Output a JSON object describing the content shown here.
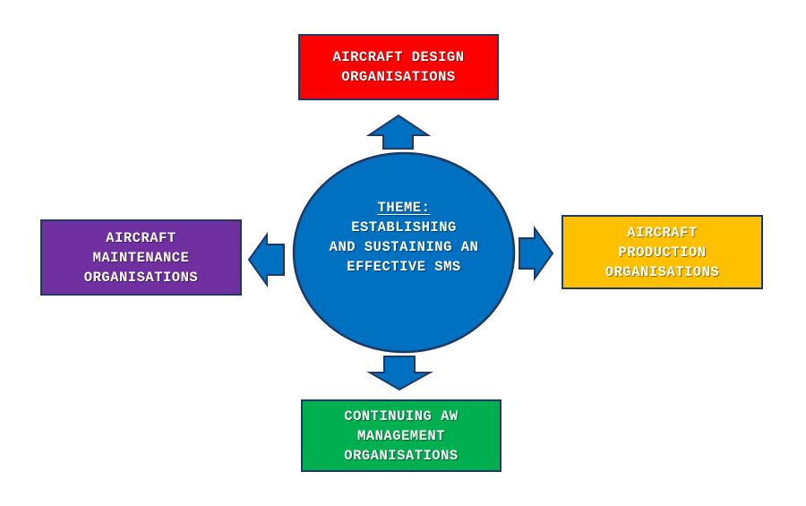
{
  "diagram": {
    "center": {
      "title": "THEME:",
      "lines": [
        "ESTABLISHING",
        "AND SUSTAINING AN",
        "EFFECTIVE SMS"
      ],
      "color": "#0070c0"
    },
    "nodes": {
      "top": {
        "lines": [
          "AIRCRAFT DESIGN",
          "ORGANISATIONS"
        ],
        "color": "#ff0000"
      },
      "left": {
        "lines": [
          "AIRCRAFT",
          "MAINTENANCE",
          "ORGANISATIONS"
        ],
        "color": "#7030a0"
      },
      "right": {
        "lines": [
          "AIRCRAFT",
          "PRODUCTION",
          "ORGANISATIONS"
        ],
        "color": "#ffc000"
      },
      "bottom": {
        "lines": [
          "CONTINUING AW",
          "MANAGEMENT",
          "ORGANISATIONS"
        ],
        "color": "#00b050"
      }
    },
    "arrow_color": "#0070c0",
    "border_color": "#1f3864"
  }
}
